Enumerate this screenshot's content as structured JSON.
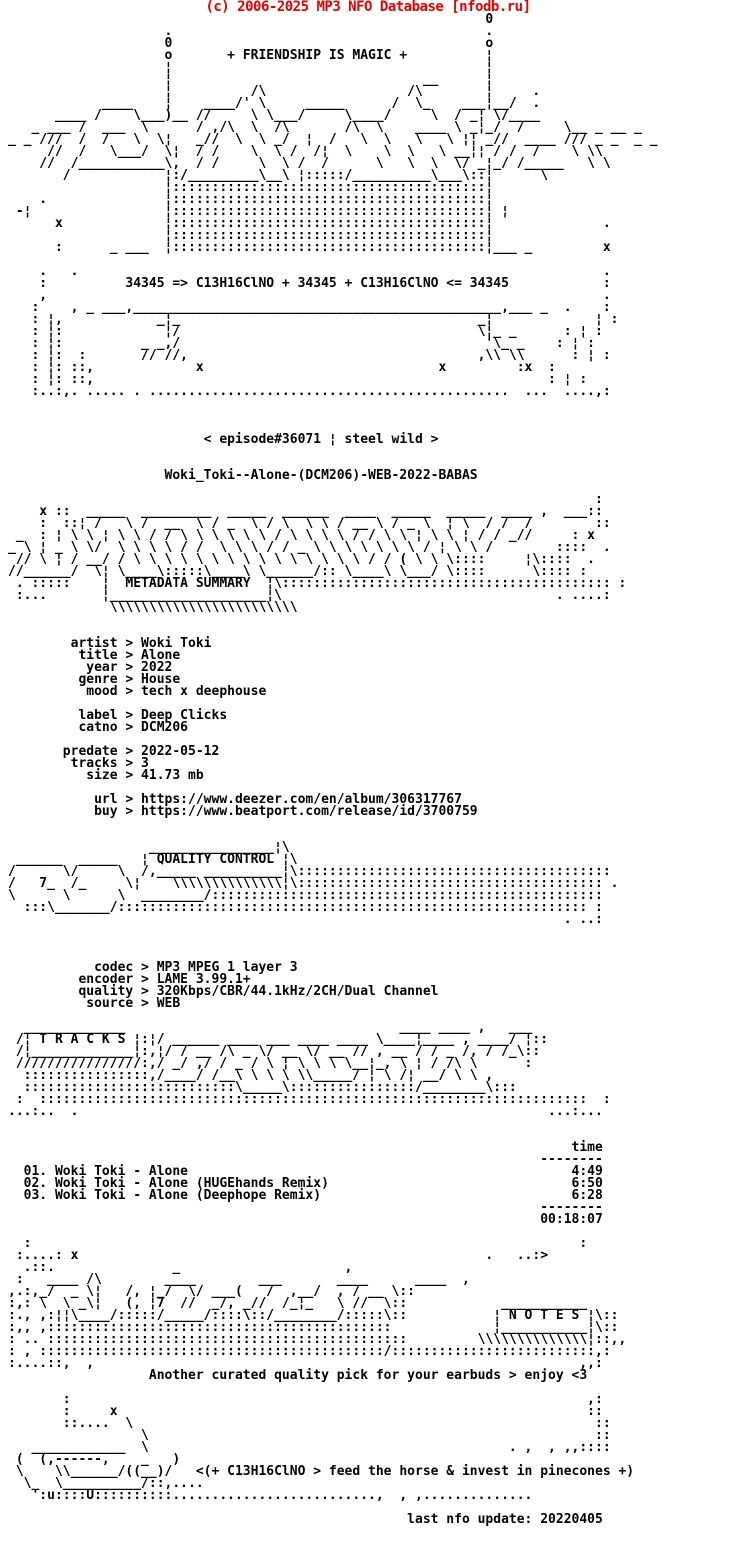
{
  "header": {
    "copyright": "(c) 2006-2025 MP3 NFO Database [nfodb.ru]",
    "accent_color": "#e60000"
  },
  "banners": {
    "friendship": "+ FRIENDSHIP IS MAGIC +",
    "chemical_line": "34345 => C13H16ClNO + 34345 + C13H16ClNO <= 34345",
    "episode": "< episode#36071 | steel wild >",
    "release_name": "Woki_Toki--Alone-(DCM206)-WEB-2022-BABAS",
    "sections": [
      "METADATA SUMMARY",
      "QUALITY CONTROL",
      "T R A C K S",
      "N O T E S"
    ],
    "note_line": "Another curated quality pick for your earbuds > enjoy <3",
    "horse_line": "<(+ C13H16ClNO > feed the horse & invest in pinecones +)",
    "last_update": "last nfo update: 20220405"
  },
  "release_info": {
    "artist": "Woki Toki",
    "title": "Alone",
    "year": "2022",
    "genre": "House",
    "mood": "tech x deephouse",
    "label": "Deep Clicks",
    "catno": "DCM206",
    "predate": "2022-05-12",
    "tracks": "3",
    "size": "41.73 mb",
    "url": "https://www.deezer.com/en/album/306317767",
    "buy": "https://www.beatport.com/release/id/3700759"
  },
  "quality_info": {
    "codec": "MP3 MPEG 1 layer 3",
    "encoder": "LAME 3.99.1+",
    "quality": "320Kbps/CBR/44.1kHz/2CH/Dual Channel",
    "source": "WEB"
  },
  "tracklist": {
    "time_header": "time",
    "rows": [
      {
        "no": "01.",
        "title": "Woki Toki - Alone",
        "time": "4:49"
      },
      {
        "no": "02.",
        "title": "Woki Toki - Alone (HUGEhands Remix)",
        "time": "6:50"
      },
      {
        "no": "03.",
        "title": "Woki Toki - Alone (Deephope Remix)",
        "time": "6:28"
      }
    ],
    "total_time": "00:18:07"
  },
  "nfo": {
    "lines": [
      "                                                             0",
      "                    .                                        .",
      "                    0                                        o",
      "                    o       + FRIENDSHIP IS MAGIC +          ¦",
      "                    ¦                                        ¦",
      "                    ¦                                        ¦",
      "                    ¦          /\\                  /\\‾‾      ¦     .",
      "            ____    ¦    ____/' \\     _____      /  \\_    ___¦__/  .",
      "      ____ /    \\___)__ //     \\ \\___/     \\____/     \\  / _¦ \\/____",
      "   _ ___ /  ___  \\      / ,/\\  \\  /\\       /\\  \\    ____ \\ _¦_/  /     \\__ _ __ _",
      "_ _ ///  /  /   \\  \\¦   _//  \\  \\ _/  ¦  /   \\  \\   \\   \\ ¦¦ _//  ____ /// _ _  _ _",
      "     //  /   \\___/  \\¦  / /    \\  \\ /  /¦  \\    \\  \\   \\ __¦¦ / /  /    \\ \\\\",
      "    //  /___________\\,  / /     \\  \\ /  /      \\   \\  \\  \\/ _¦_/ /_____   \\ \\",
      "       /            ¦:/_________\\__\\ ¦:::::/__________\\___\\::¦      \\",
      "                    ¦::::::::::::::::::::::::::::::::::::::::¦",
      "    .               ¦::::::::::::::::::::::::::::::::::::::::¦",
      " -¦                 ¦::::::::::::::::::::::::::::::::::::::::¦ ¦",
      "      x             ¦::::::::::::::::::::::::::::::::::::::::¦              .",
      "                    ¦::::::::::::::::::::::::::::::::::::::::¦",
      "      :      _ ___  ¦::::::::::::::::::::::::::::::::::::::::¦___ _         x",
      "",
      "    .   .                                                                   .",
      "    :          34345 => C13H16ClNO + 34345 + C13H16ClNO <= 34345            :",
      "    ,                                                                       .",
      "   :    , _ ___,_______________________________________________,___ _  .    :",
      "   : ¦,            _¦_                                      _¦             ¦ :",
      "   : ¦:            ‾¦/                                      \\¦_ _      : ¦ :",
      "   : ¦:          _ _,/                                       '\\_ _    : ¦ :",
      "   : ¦:  :       // //,                                     ,\\\\ \\\\      : ¦ :",
      "   : ¦: ::,             x                              x         :x  :",
      "   : ¦: ::,                                                          : ¦ :",
      "   :..:,. ..... . ..............................................  ...  ....,:",
      "",
      "",
      "",
      "                         < episode#36071 ¦ steel wild >",
      "",
      "",
      "                    Woki_Toki--Alone-(DCM206)-WEB-2022-BABAS",
      "",
      "                                                                           :",
      "    x ::  _____  _________  _____  ______  ____  _____  _____  ____ ,  ___::",
      "    :  ::¦ /   \\ /  __  \\ / _  \\ / \\  \\ \\ / __ \\ / _ \\  ¦ \\  / /  /        ::",
      " _  : ¦ \\ \\ ¦ \\ \\ / / \\ \\ \\ \\ \\ \\ / \\ \\ \\ \\ / / \\ \\ ¦ \\ \\ ¦ / / _//     : x",
      "_ \\ ¦ _ \\ \\/  \\ \\ \\ \\ / /  \\ \\ \\ / / _ \\ \\ \\ \\ \\ \\ \\ / ¦ \\ \\ /        ::::  .",
      " // \\ ¦ / __/ / \\ \\ \\ \\ \\ \\ \\ \\ \\ \\ \\ \\ \\ \\ \\ / / ( \\ \\ \\::::     ¦\\::::  .",
      "//______/  \\¦ \\____\\:::::\\____\\ \\______/:: \\____\\ \\___/ \\::::      \\:::: :",
      " . :::::    ¦  METADATA SUMMARY  ¦\\:::::::::::::::::::::::::::::::::::::::::: :",
      " :...       ¦____________________¦\\                                   . ....:",
      "             \\\\\\\\\\\\\\\\\\\\\\\\\\\\\\\\\\\\\\\\\\\\\\\\",
      "",
      "",
      "        artist > Woki Toki",
      "         title > Alone",
      "          year > 2022",
      "         genre > House",
      "          mood > tech x deephouse",
      "",
      "         label > Deep Clicks",
      "         catno > DCM206",
      "",
      "       predate > 2022-05-12",
      "        tracks > 3",
      "          size > 41.73 mb",
      "",
      "           url > https://www.deezer.com/en/album/306317767",
      "           buy > https://www.beatport.com/release/id/3700759",
      "",
      "",
      "                  ________________¦\\",
      " ______  _____   ¦ QUALITY CONTROL ¦\\",
      "/      \\/     \\  /,_____ __________¦\\::::::::::::::::::::::::::::::::::::::::",
      "/   7_  /_     \\¦    \\\\\\\\\\\\\\\\\\\\\\\\\\\\¦\\::::::::::::::::::::::::::::::::::::::: .",
      "\\      \\      \\  ________/::::::::::::::::::::::::::::::::::::::::::::::::::",
      "  :::\\_______/:::::::::::::::::::::::::::::::::::::::::::::::::::::::::::: :",
      "                                                                       . ..:",
      "",
      "",
      "",
      "           codec > MP3 MPEG 1 layer 3",
      "         encoder > LAME 3.99.1+",
      "         quality > 320Kbps/CBR/44.1kHz/2CH/Dual Channel",
      "          source > WEB",
      "",
      "  _____________                                   ____ ____ ,   ___",
      " /¦ T R A C K S ¦:¦/ ______ ____ ___ ____ ____ \\____¦____ , ____/ ¦::",
      " /¦_____________¦:,¦/ / __ /\\ _ \\/ __ \\/ __ // , __ / / _ /, / /_\\::",
      " ////////////////:,/ _/ ,/ / _ / \\ ¦ \\ \\ \\ \\__¦_, \\ ¦ / /\\ \\      :",
      "  ::::::::::::::::,/____/ /__\\ \\ \\ \\ \\\\_____/ ¦ \\ /¦ __/ \\ \\ ,",
      "  :::::::::::::::::::::::::::\\_____\\::::::::::::::::/________\\:::",
      " :  ::::::::::::::::::::::::::::::::::::::::::::::::::::::::::::::::::::::  :",
      "...:..  .                                                            ...:...",
      "",
      "",
      "                                                                        time",
      "                                                                    --------",
      "  01. Woki Toki - Alone                                                 4:49",
      "  02. Woki Toki - Alone (HUGEhands Remix)                               6:50",
      "  03. Woki Toki - Alone (Deephope Remix)                                6:28",
      "                                                                    --------",
      "                                                                    00:18:07",
      "",
      "  :                                                                      :",
      " :....: x                                                    .   ..:>",
      "  .::.               _                     ,",
      " :   ____ /\\        ____        ___       ____      ____  ,",
      ",.:,_/  _ \\¦   /, ¦_/  \\/ ___(   /  ,__/  , / __ \\::",
      ":,: \\  \\ _\\¦   (, ¦7  //  _/, _//  /_¦_   \\ //  \\::            ___________",
      ":., ,:¦¦\\____/:::::/_____/::::\\::/________/:::::\\::           ¦ N O T E S ¦\\::",
      ":,, ,::::::::::::::::::::::::::::::::::::::::::::             ¦___________¦\\::",
      ": .. ::::::::::::::::::::::::::::::::::::::::::::::         \\\\\\\\\\\\\\\\\\\\\\\\\\\\¦::,,",
      ": , ::::::::::::::::::::::::::::::::::::::::::::/::::::::::::::::::::::::::,:",
      ":....::,  ,                                                              ,,:",
      "                  Another curated quality pick for your earbuds > enjoy <3",
      "",
      "       :                                                                  ,:",
      "       :     x                                                            ::",
      "       ::....  \\                                                           ::",
      "                 \\                                                         ::",
      "   ____________  \\                                              . ,  , ,,::::",
      " (  (,------,    _   )",
      " \\    \\\\______/((__)/   <(+ C13H16ClNO > feed the horse & invest in pinecones +)",
      "  \\_  \\__________/::,....",
      "   ':u::::U::::::::::..........................,  , ,..............",
      "",
      "                                                   last nfo update: 20220405",
      "",
      "",
      "",
      ""
    ]
  }
}
